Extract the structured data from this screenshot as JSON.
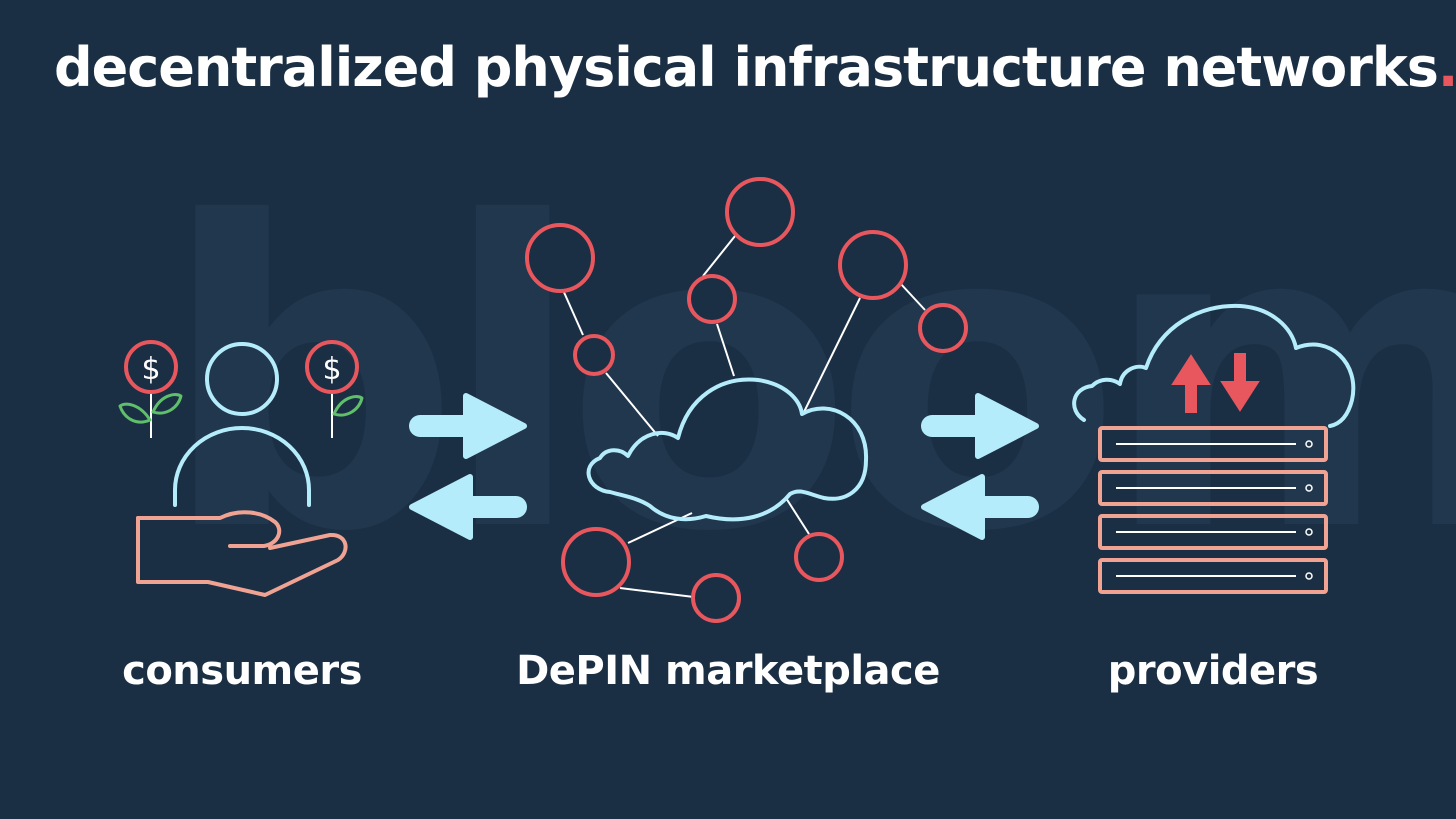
{
  "title": {
    "text": "decentralized physical infrastructure networks",
    "dot": "."
  },
  "watermark": "bloom",
  "labels": {
    "consumers": "consumers",
    "marketplace": "DePIN marketplace",
    "providers": "providers"
  },
  "icons": {
    "consumers": "hand-person-money-plants-icon",
    "marketplace": "cloud-network-nodes-icon",
    "providers": "cloud-server-upload-download-icon",
    "arrows": "bidirectional-arrows-icon"
  },
  "coin_symbol": "$",
  "colors": {
    "background": "#1b2f44",
    "red": "#e8575d",
    "light_blue": "#b4ecfb",
    "pink": "#f0a293",
    "green": "#5fbf6a",
    "white": "#ffffff"
  }
}
